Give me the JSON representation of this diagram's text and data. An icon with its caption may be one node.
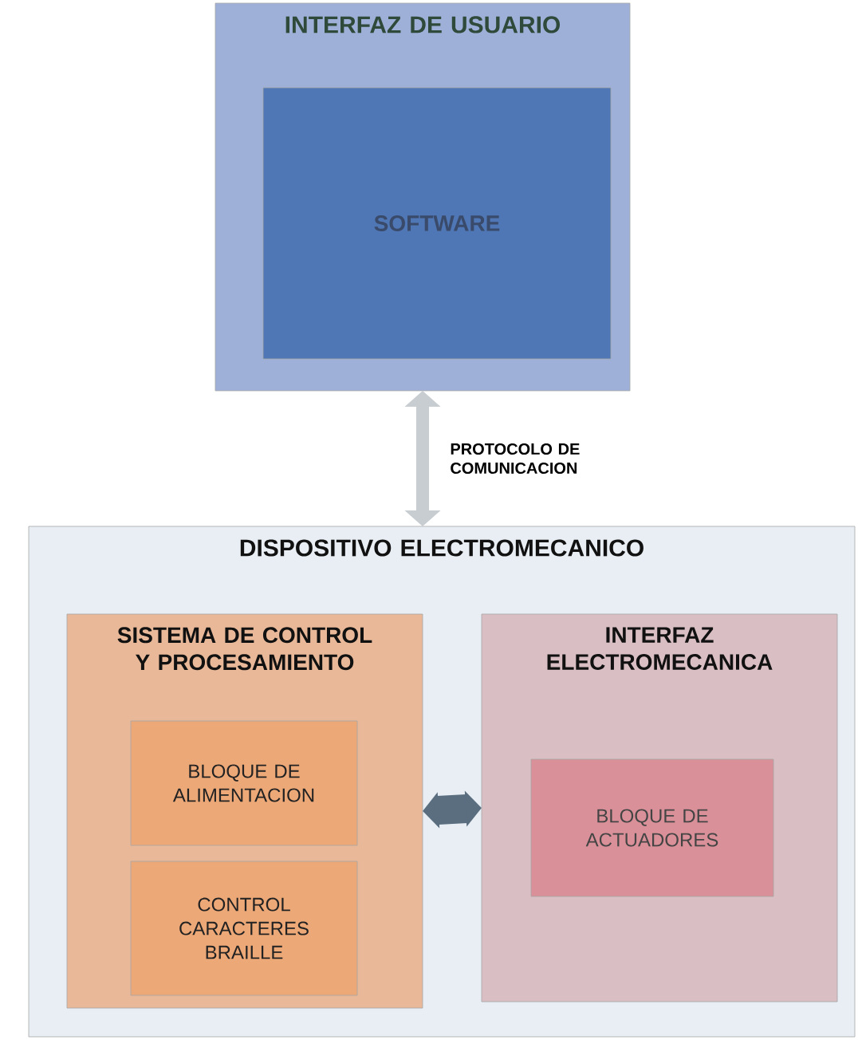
{
  "diagram": {
    "nodes": [
      {
        "text": [
          "INTERFAZ DE USUARIO"
        ]
      },
      {
        "text": [
          "SOFTWARE"
        ],
        "in": 0
      },
      {
        "text": [
          "DISPOSITIVO ELECTROMECANICO"
        ]
      },
      {
        "text": [
          "SISTEMA DE CONTROL Y PROCESAMIENTO"
        ],
        "in": 2
      },
      {
        "text": [
          "BLOQUE DE ALIMENTACION"
        ],
        "in": 3
      },
      {
        "text": [
          "CONTROL CARACTERES BRAILLE"
        ],
        "in": 3
      },
      {
        "text": [
          "INTERFAZ ELECTROMECANICA"
        ],
        "in": 2
      },
      {
        "text": [
          "BLOQUE DE ACTUADORES"
        ],
        "in": 6
      }
    ],
    "edges": [
      {
        "from": 0,
        "to": 2,
        "arrow": "both",
        "label": "PROTOCOLO DE COMUNICACION"
      },
      {
        "from": 3,
        "to": 6,
        "arrow": "both",
        "style": "thick",
        "color": "#5a6e80"
      }
    ]
  }
}
